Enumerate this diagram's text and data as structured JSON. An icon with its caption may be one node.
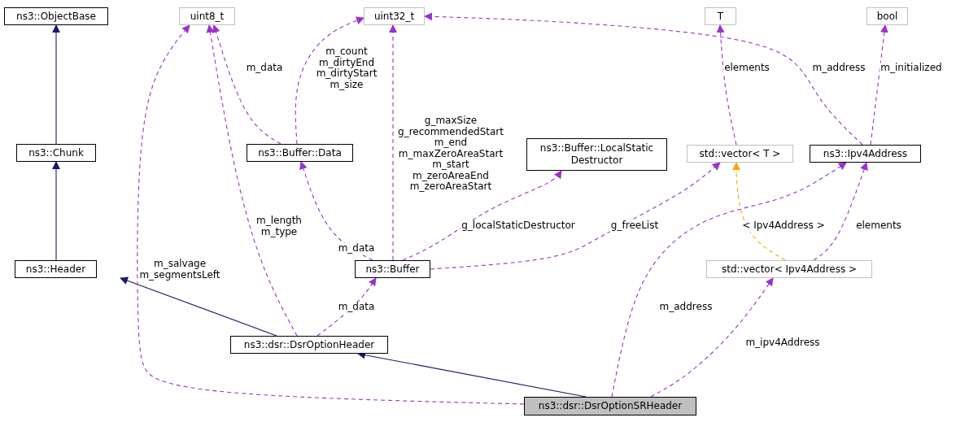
{
  "diagram": {
    "nodes": [
      {
        "text": [
          "ns3::ObjectBase"
        ]
      },
      {
        "text": [
          "uint8_t"
        ]
      },
      {
        "text": [
          "uint32_t"
        ]
      },
      {
        "text": [
          "T"
        ]
      },
      {
        "text": [
          "bool"
        ]
      },
      {
        "text": [
          "ns3::Chunk"
        ]
      },
      {
        "text": [
          "ns3::Buffer::Data"
        ]
      },
      {
        "text": [
          "ns3::Buffer::LocalStatic Destructor"
        ]
      },
      {
        "text": [
          "std::vector< T >"
        ]
      },
      {
        "text": [
          "ns3::Ipv4Address"
        ]
      },
      {
        "text": [
          "ns3::Header"
        ]
      },
      {
        "text": [
          "ns3::Buffer"
        ]
      },
      {
        "text": [
          "std::vector< Ipv4Address >"
        ]
      },
      {
        "text": [
          "ns3::dsr::DsrOptionHeader"
        ]
      },
      {
        "text": [
          "ns3::dsr::DsrOptionSRHeader"
        ]
      }
    ],
    "edges": [
      {
        "from": 5,
        "to": 0,
        "arrow": "to",
        "color": "#191970"
      },
      {
        "from": 10,
        "to": 5,
        "arrow": "to",
        "color": "#191970"
      },
      {
        "from": 13,
        "to": 10,
        "arrow": "to",
        "color": "#191970"
      },
      {
        "from": 14,
        "to": 13,
        "arrow": "to",
        "color": "#191970"
      },
      {
        "from": 14,
        "to": 1,
        "arrow": "to",
        "style": "dashed",
        "label": "m_salvage m_segmentsLeft"
      },
      {
        "from": 13,
        "to": 1,
        "arrow": "to",
        "style": "dashed",
        "label": "m_length m_type"
      },
      {
        "from": 6,
        "to": 1,
        "arrow": "to",
        "style": "dashed",
        "label": "m_data"
      },
      {
        "from": 6,
        "to": 2,
        "arrow": "to",
        "style": "dashed",
        "label": "m_count m_dirtyEnd m_dirtyStart m_size"
      },
      {
        "from": 11,
        "to": 2,
        "arrow": "to",
        "style": "dashed",
        "label": "g_maxSize g_recommendedStart m_end m_maxZeroAreaStart m_start m_zeroAreaEnd m_zeroAreaStart"
      },
      {
        "from": 9,
        "to": 2,
        "arrow": "to",
        "style": "dashed",
        "label": "m_address"
      },
      {
        "from": 8,
        "to": 3,
        "arrow": "to",
        "style": "dashed",
        "label": "elements"
      },
      {
        "from": 9,
        "to": 4,
        "arrow": "to",
        "style": "dashed",
        "label": "m_initialized"
      },
      {
        "from": 11,
        "to": 6,
        "arrow": "to",
        "style": "dashed",
        "label": "m_data"
      },
      {
        "from": 11,
        "to": 7,
        "arrow": "to",
        "style": "dashed",
        "label": "g_localStaticDestructor"
      },
      {
        "from": 11,
        "to": 8,
        "arrow": "to",
        "style": "dashed",
        "label": "g_freeList"
      },
      {
        "from": 14,
        "to": 9,
        "arrow": "to",
        "style": "dashed",
        "label": "m_address"
      },
      {
        "from": 12,
        "to": 9,
        "arrow": "to",
        "style": "dashed",
        "label": "elements"
      },
      {
        "from": 12,
        "to": 8,
        "arrow": "to",
        "style": "dashed",
        "color": "#ffa500",
        "label": "< Ipv4Address >"
      },
      {
        "from": 13,
        "to": 11,
        "arrow": "to",
        "style": "dashed",
        "label": "m_data"
      },
      {
        "from": 14,
        "to": 12,
        "arrow": "to",
        "style": "dashed",
        "label": "m_ipv4Address"
      }
    ]
  }
}
